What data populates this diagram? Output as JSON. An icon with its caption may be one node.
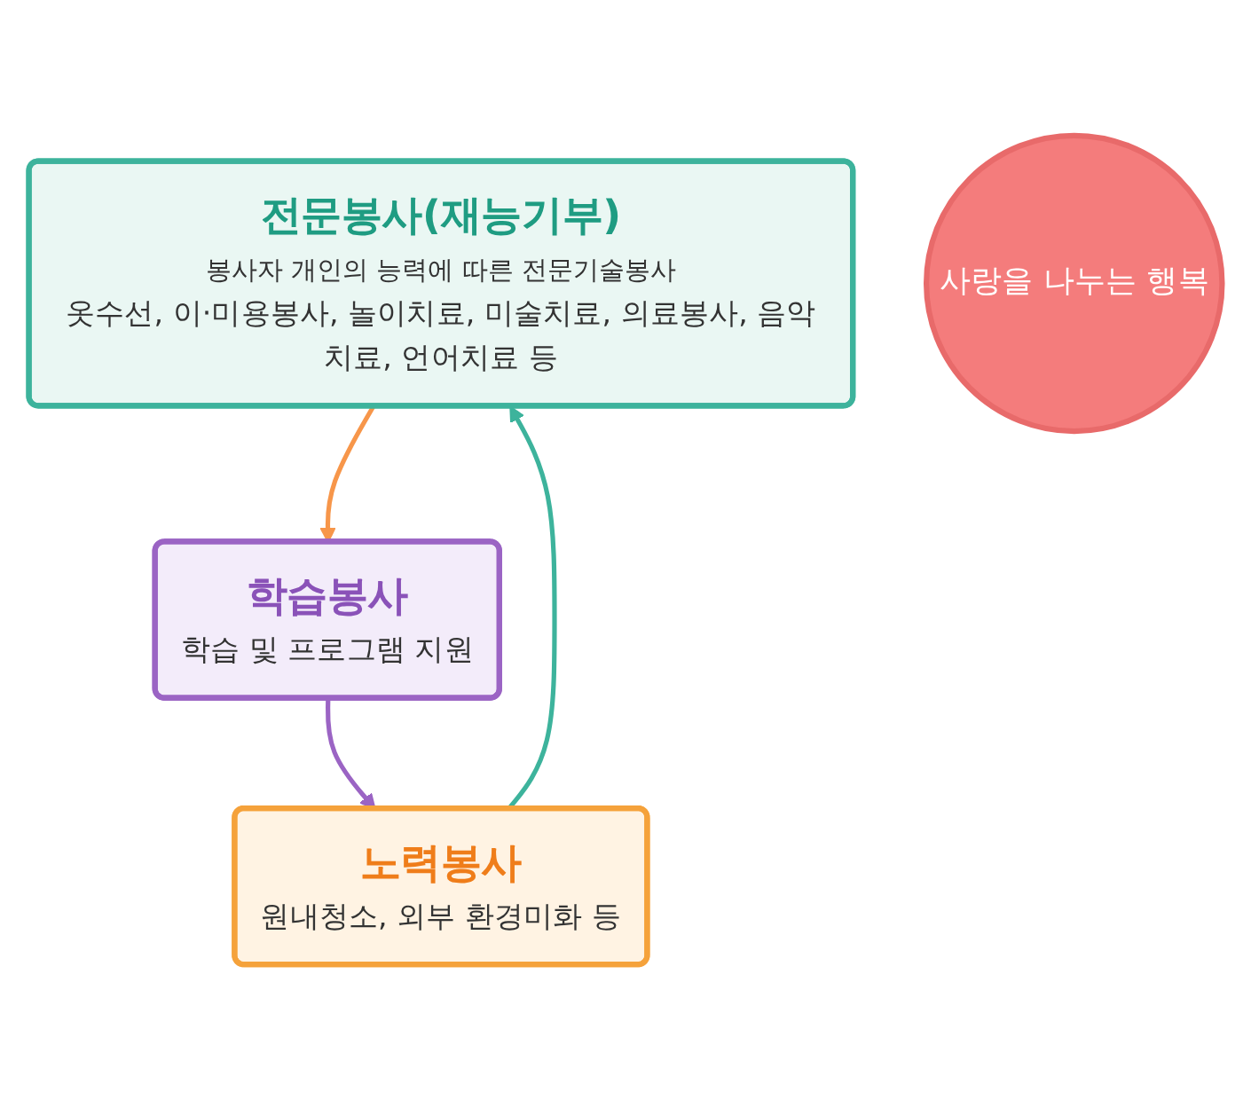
{
  "diagram": {
    "nodes": [
      {
        "text": [
          "전문봉사(재능기부)",
          "봉사자 개인의 능력에 따른 전문기술봉사",
          "옷수선, 이·미용봉사, 놀이치료, 미술치료, 의료봉사, 음악치료, 언어치료 등"
        ]
      },
      {
        "text": [
          "사랑을 나누는 행복"
        ]
      },
      {
        "text": [
          "노력봉사",
          "원내청소, 외부 환경미화 등"
        ]
      },
      {
        "text": [
          "학습봉사",
          "학습 및 프로그램 지원"
        ]
      }
    ],
    "edges": [
      {
        "from": 0,
        "to": 3,
        "arrow": "to",
        "color": "#f7964a"
      },
      {
        "from": 3,
        "to": 2,
        "arrow": "to",
        "color": "#9b64c4"
      },
      {
        "from": 2,
        "to": 0,
        "arrow": "to",
        "color": "#3db39c"
      }
    ]
  }
}
